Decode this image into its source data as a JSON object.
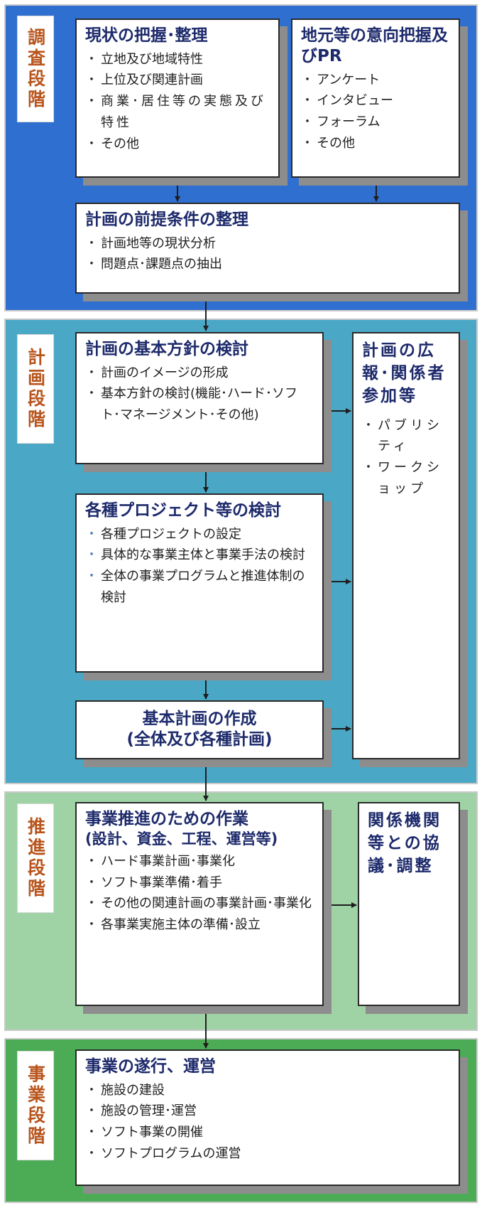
{
  "stages": {
    "survey": {
      "label": "調査段階",
      "color": "#2f6fcf",
      "current_state": {
        "title": "現状の把握･整理",
        "items": [
          "立地及び地域特性",
          "上位及び関連計画",
          "商業･居住等の実態及び特性",
          "その他"
        ]
      },
      "local_intent": {
        "title": "地元等の意向把握及びPR",
        "items": [
          "アンケート",
          "インタビュー",
          "フォーラム",
          "その他"
        ]
      },
      "premise": {
        "title": "計画の前提条件の整理",
        "items": [
          "計画地等の現状分析",
          "問題点･課題点の抽出"
        ]
      }
    },
    "planning": {
      "label": "計画段階",
      "color": "#4aa8c6",
      "basic_policy": {
        "title": "計画の基本方針の検討",
        "items": [
          "計画のイメージの形成",
          "基本方針の検討(機能･ハード･ソフト･マネージメント･その他)"
        ]
      },
      "projects": {
        "title": "各種プロジェクト等の検討",
        "items": [
          "各種プロジェクトの設定",
          "具体的な事業主体と事業手法の検討",
          "全体の事業プログラムと推進体制の検討"
        ]
      },
      "basic_plan": {
        "title": "基本計画の作成",
        "subtitle": "(全体及び各種計画)"
      },
      "publicity": {
        "title": "計画の広報･関係者参加等",
        "items": [
          "パブリシティ",
          "ワークショップ"
        ]
      }
    },
    "promotion": {
      "label": "推進段階",
      "color": "#9fd3a5",
      "work": {
        "title": "事業推進のための作業",
        "subtitle": "(設計、資金、工程、運営等)",
        "items": [
          "ハード事業計画･事業化",
          "ソフト事業準備･着手",
          "その他の関連計画の事業計画･事業化",
          "各事業実施主体の準備･設立"
        ]
      },
      "consult": {
        "title": "関係機関等との協議･調整"
      }
    },
    "business": {
      "label": "事業段階",
      "color": "#4bac55",
      "operation": {
        "title": "事業の遂行、運営",
        "items": [
          "施設の建設",
          "施設の管理･運営",
          "ソフト事業の開催",
          "ソフトプログラムの運営"
        ]
      }
    }
  }
}
